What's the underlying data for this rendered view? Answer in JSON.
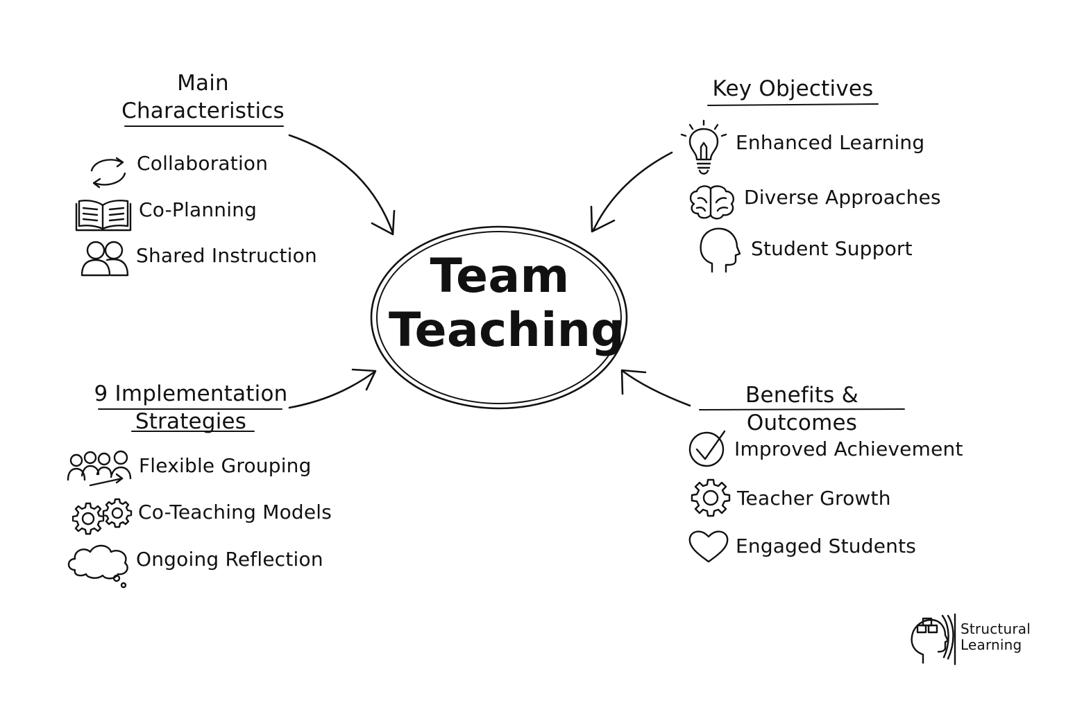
{
  "center": {
    "line1": "Team",
    "line2": "Teaching"
  },
  "branches": {
    "main_characteristics": {
      "heading_line1": "Main",
      "heading_line2": "Characteristics",
      "items": [
        {
          "label": "Collaboration",
          "icon": "cycle-arrows-icon"
        },
        {
          "label": "Co-Planning",
          "icon": "open-book-icon"
        },
        {
          "label": "Shared Instruction",
          "icon": "two-people-icon"
        }
      ]
    },
    "key_objectives": {
      "heading": "Key Objectives",
      "items": [
        {
          "label": "Enhanced Learning",
          "icon": "lightbulb-icon"
        },
        {
          "label": "Diverse Approaches",
          "icon": "brain-icon"
        },
        {
          "label": "Student Support",
          "icon": "head-icon"
        }
      ]
    },
    "implementation_strategies": {
      "heading_line1": "9 Implementation",
      "heading_line2": "Strategies",
      "items": [
        {
          "label": "Flexible Grouping",
          "icon": "group-people-icon"
        },
        {
          "label": "Co-Teaching Models",
          "icon": "gears-icon"
        },
        {
          "label": "Ongoing Reflection",
          "icon": "thought-cloud-icon"
        }
      ]
    },
    "benefits_outcomes": {
      "heading": "Benefits & Outcomes",
      "items": [
        {
          "label": "Improved Achievement",
          "icon": "check-circle-icon"
        },
        {
          "label": "Teacher Growth",
          "icon": "gear-icon"
        },
        {
          "label": "Engaged Students",
          "icon": "heart-icon"
        }
      ]
    }
  },
  "logo": {
    "line1": "Structural",
    "line2": "Learning",
    "icon": "head-puzzle-logo-icon"
  }
}
